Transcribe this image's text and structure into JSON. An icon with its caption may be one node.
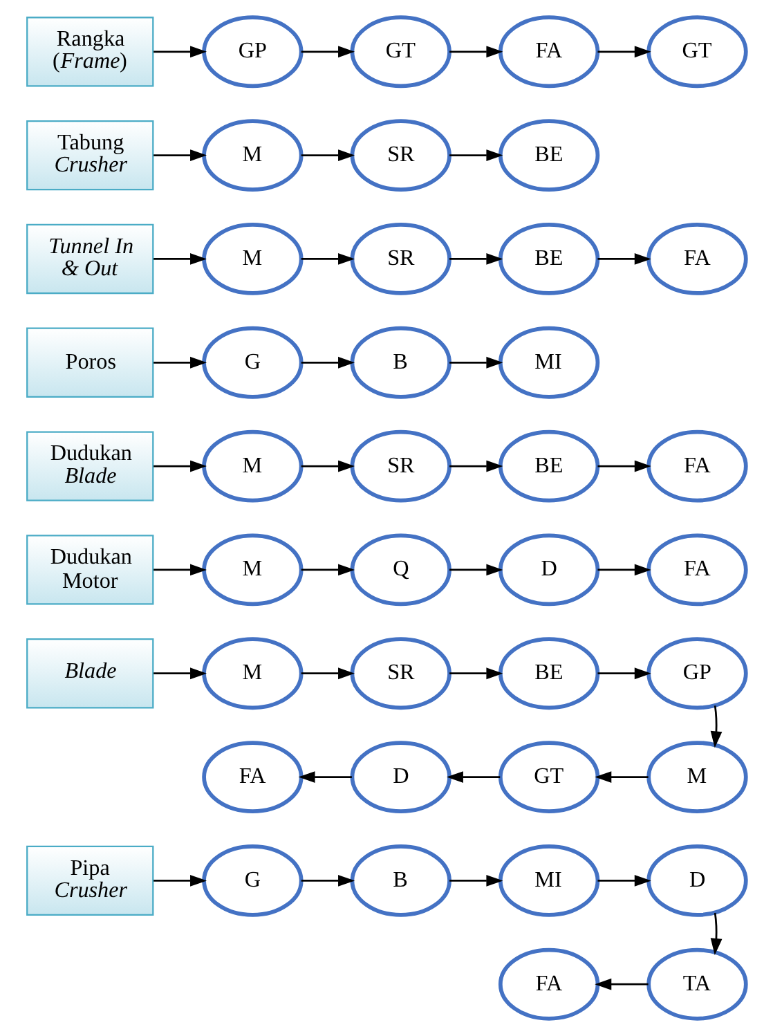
{
  "diagram": {
    "nodes": [
      {
        "text": [
          "Rangka (*Frame*)"
        ]
      },
      {
        "text": [
          "GP"
        ]
      },
      {
        "text": [
          "GT"
        ]
      },
      {
        "text": [
          "FA"
        ]
      },
      {
        "text": [
          "GT"
        ]
      },
      {
        "text": [
          "Tabung *Crusher*"
        ]
      },
      {
        "text": [
          "M"
        ]
      },
      {
        "text": [
          "SR"
        ]
      },
      {
        "text": [
          "BE"
        ]
      },
      {
        "text": [
          "*Tunnel In & Out*"
        ]
      },
      {
        "text": [
          "M"
        ]
      },
      {
        "text": [
          "SR"
        ]
      },
      {
        "text": [
          "BE"
        ]
      },
      {
        "text": [
          "FA"
        ]
      },
      {
        "text": [
          "Poros"
        ]
      },
      {
        "text": [
          "G"
        ]
      },
      {
        "text": [
          "B"
        ]
      },
      {
        "text": [
          "MI"
        ]
      },
      {
        "text": [
          "Dudukan *Blade*"
        ]
      },
      {
        "text": [
          "M"
        ]
      },
      {
        "text": [
          "SR"
        ]
      },
      {
        "text": [
          "BE"
        ]
      },
      {
        "text": [
          "FA"
        ]
      },
      {
        "text": [
          "Dudukan Motor"
        ]
      },
      {
        "text": [
          "M"
        ]
      },
      {
        "text": [
          "Q"
        ]
      },
      {
        "text": [
          "D"
        ]
      },
      {
        "text": [
          "FA"
        ]
      },
      {
        "text": [
          "*Blade*"
        ]
      },
      {
        "text": [
          "M"
        ]
      },
      {
        "text": [
          "SR"
        ]
      },
      {
        "text": [
          "BE"
        ]
      },
      {
        "text": [
          "GP"
        ]
      },
      {
        "text": [
          "FA"
        ]
      },
      {
        "text": [
          "D"
        ]
      },
      {
        "text": [
          "GT"
        ]
      },
      {
        "text": [
          "M"
        ]
      },
      {
        "text": [
          "Pipa *Crusher*"
        ]
      },
      {
        "text": [
          "G"
        ]
      },
      {
        "text": [
          "B"
        ]
      },
      {
        "text": [
          "MI"
        ]
      },
      {
        "text": [
          "D"
        ]
      },
      {
        "text": [
          "FA"
        ]
      },
      {
        "text": [
          "TA"
        ]
      }
    ],
    "edges": [
      {
        "from": 0,
        "to": 1,
        "arrow": "to"
      },
      {
        "from": 1,
        "to": 2,
        "arrow": "to"
      },
      {
        "from": 2,
        "to": 3,
        "arrow": "to"
      },
      {
        "from": 3,
        "to": 4,
        "arrow": "to"
      },
      {
        "from": 5,
        "to": 6,
        "arrow": "to"
      },
      {
        "from": 6,
        "to": 7,
        "arrow": "to"
      },
      {
        "from": 7,
        "to": 8,
        "arrow": "to"
      },
      {
        "from": 9,
        "to": 10,
        "arrow": "to"
      },
      {
        "from": 10,
        "to": 11,
        "arrow": "to"
      },
      {
        "from": 11,
        "to": 12,
        "arrow": "to"
      },
      {
        "from": 12,
        "to": 13,
        "arrow": "to"
      },
      {
        "from": 14,
        "to": 15,
        "arrow": "to"
      },
      {
        "from": 15,
        "to": 16,
        "arrow": "to"
      },
      {
        "from": 16,
        "to": 17,
        "arrow": "to"
      },
      {
        "from": 18,
        "to": 19,
        "arrow": "to"
      },
      {
        "from": 19,
        "to": 20,
        "arrow": "to"
      },
      {
        "from": 20,
        "to": 21,
        "arrow": "to"
      },
      {
        "from": 21,
        "to": 22,
        "arrow": "to"
      },
      {
        "from": 23,
        "to": 24,
        "arrow": "to"
      },
      {
        "from": 24,
        "to": 25,
        "arrow": "to"
      },
      {
        "from": 25,
        "to": 26,
        "arrow": "to"
      },
      {
        "from": 26,
        "to": 27,
        "arrow": "to"
      },
      {
        "from": 28,
        "to": 29,
        "arrow": "to"
      },
      {
        "from": 29,
        "to": 30,
        "arrow": "to"
      },
      {
        "from": 30,
        "to": 31,
        "arrow": "to"
      },
      {
        "from": 31,
        "to": 32,
        "arrow": "to"
      },
      {
        "from": 32,
        "to": 36,
        "arrow": "to"
      },
      {
        "from": 36,
        "to": 35,
        "arrow": "to"
      },
      {
        "from": 35,
        "to": 34,
        "arrow": "to"
      },
      {
        "from": 34,
        "to": 33,
        "arrow": "to"
      },
      {
        "from": 37,
        "to": 38,
        "arrow": "to"
      },
      {
        "from": 38,
        "to": 39,
        "arrow": "to"
      },
      {
        "from": 39,
        "to": 40,
        "arrow": "to"
      },
      {
        "from": 40,
        "to": 41,
        "arrow": "to"
      },
      {
        "from": 41,
        "to": 43,
        "arrow": "to"
      },
      {
        "from": 43,
        "to": 42,
        "arrow": "to"
      }
    ]
  }
}
